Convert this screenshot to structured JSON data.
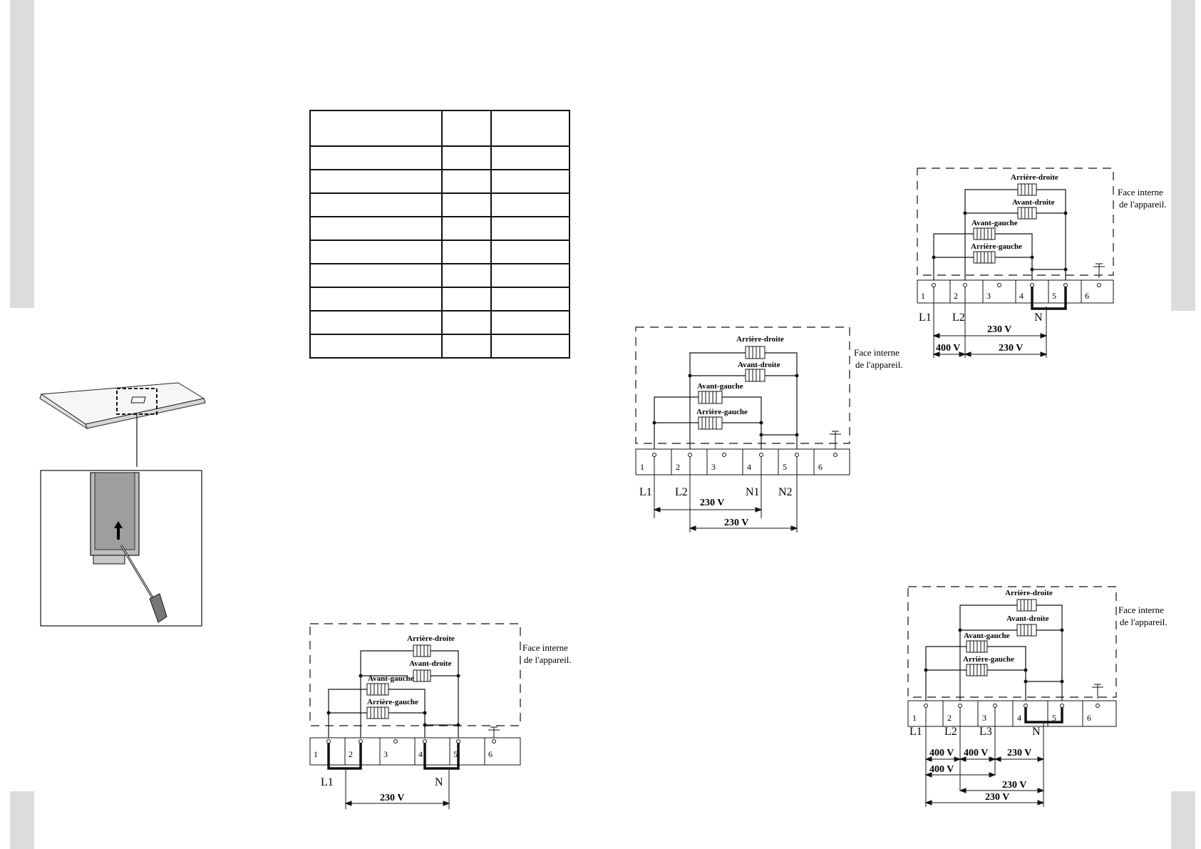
{
  "labels": {
    "arriere_droite": "Arrière-droite",
    "avant_droite": "Avant-droite",
    "avant_gauche": "Avant-gauche",
    "arriere_gauche": "Arrière-gauche",
    "face_line1": "Face interne",
    "face_line2": "de l'appareil."
  },
  "terminal_numbers": [
    "1",
    "2",
    "3",
    "4",
    "5",
    "6"
  ],
  "diagrams": {
    "single_phase": {
      "terminals": [
        "L1",
        "N"
      ],
      "voltages": [
        "230 V"
      ]
    },
    "two_phase_two_neutral": {
      "terminals": [
        "L1",
        "L2",
        "N1",
        "N2"
      ],
      "voltages": [
        "230 V",
        "230 V"
      ]
    },
    "two_phase_neutral": {
      "terminals": [
        "L1",
        "L2",
        "N"
      ],
      "voltages": [
        "230 V",
        "400 V",
        "230 V"
      ]
    },
    "three_phase_neutral": {
      "terminals": [
        "L1",
        "L2",
        "L3",
        "N"
      ],
      "voltages": [
        "400 V",
        "400 V",
        "230 V",
        "400 V",
        "230 V",
        "230 V"
      ]
    }
  },
  "table": {
    "rows": 10,
    "columns": 3
  },
  "colors": {
    "line": "#111111",
    "page_edge": "#dcdcdc"
  }
}
